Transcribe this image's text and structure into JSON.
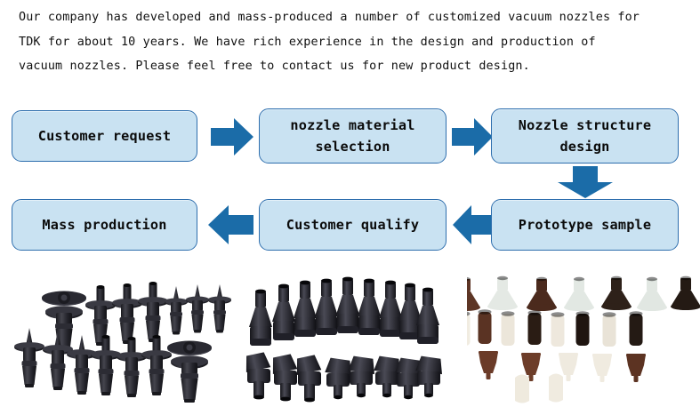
{
  "intro": {
    "lines": [
      "Our company has developed and mass-produced a number of customized vacuum nozzles for",
      "TDK for about 10 years. We have rich experience in the design and production of",
      "vacuum nozzles. Please feel free to contact us for new product design."
    ]
  },
  "flowchart": {
    "boxes": [
      {
        "id": "customer-request",
        "label": "Customer request"
      },
      {
        "id": "nozzle-material",
        "label": "nozzle material\nselection"
      },
      {
        "id": "nozzle-structure",
        "label": "Nozzle structure\ndesign"
      },
      {
        "id": "mass-production",
        "label": "Mass production"
      },
      {
        "id": "customer-qualify",
        "label": "Customer qualify"
      },
      {
        "id": "prototype-sample",
        "label": "Prototype sample"
      }
    ],
    "box_labels": {
      "customer_request": "Customer request",
      "nozzle_material_line1": "nozzle material",
      "nozzle_material_line2": "selection",
      "nozzle_structure_line1": "Nozzle structure",
      "nozzle_structure_line2": "design",
      "mass_production": "Mass production",
      "customer_qualify": "Customer qualify",
      "prototype_sample": "Prototype sample"
    },
    "arrows": [
      {
        "id": "request-to-material",
        "direction": "right"
      },
      {
        "id": "material-to-structure",
        "direction": "right"
      },
      {
        "id": "structure-to-prototype",
        "direction": "down"
      },
      {
        "id": "prototype-to-qualify",
        "direction": "left"
      },
      {
        "id": "qualify-to-mass",
        "direction": "left"
      }
    ]
  },
  "colors": {
    "box_fill": "#c9e2f2",
    "box_border": "#2f6fae",
    "arrow_fill": "#1b6ca8",
    "text": "#111111",
    "background": "#ffffff"
  },
  "product_photos": [
    {
      "id": "photo-black-nozzles-spread",
      "caption": "black vacuum nozzles with flanged discs, assorted sizes"
    },
    {
      "id": "photo-black-nozzles-rows",
      "caption": "two rows of black rubber nozzle tips"
    },
    {
      "id": "photo-mixed-nozzle-tips",
      "caption": "brown and translucent white nozzle tips, assorted"
    }
  ]
}
